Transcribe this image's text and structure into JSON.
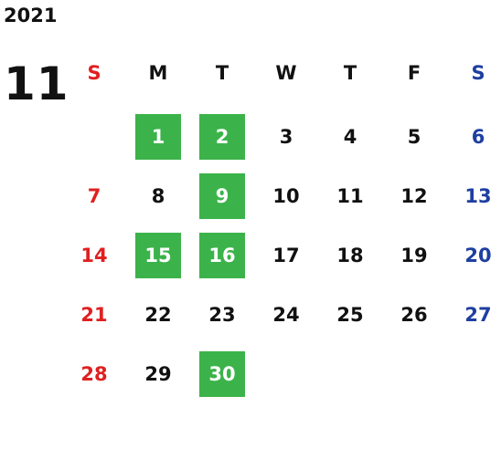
{
  "calendar": {
    "year": "2021",
    "month": "11",
    "weekday_headers": [
      "S",
      "M",
      "T",
      "W",
      "T",
      "F",
      "S"
    ],
    "colors": {
      "highlight": "#3bb34a",
      "sunday": "#e02020",
      "saturday": "#1e3fa0",
      "weekday": "#111111"
    },
    "weeks": [
      [
        {
          "day": "",
          "highlight": false
        },
        {
          "day": "1",
          "highlight": true
        },
        {
          "day": "2",
          "highlight": true
        },
        {
          "day": "3",
          "highlight": false
        },
        {
          "day": "4",
          "highlight": false
        },
        {
          "day": "5",
          "highlight": false
        },
        {
          "day": "6",
          "highlight": false
        }
      ],
      [
        {
          "day": "7",
          "highlight": false
        },
        {
          "day": "8",
          "highlight": false
        },
        {
          "day": "9",
          "highlight": true
        },
        {
          "day": "10",
          "highlight": false
        },
        {
          "day": "11",
          "highlight": false
        },
        {
          "day": "12",
          "highlight": false
        },
        {
          "day": "13",
          "highlight": false
        }
      ],
      [
        {
          "day": "14",
          "highlight": false
        },
        {
          "day": "15",
          "highlight": true
        },
        {
          "day": "16",
          "highlight": true
        },
        {
          "day": "17",
          "highlight": false
        },
        {
          "day": "18",
          "highlight": false
        },
        {
          "day": "19",
          "highlight": false
        },
        {
          "day": "20",
          "highlight": false
        }
      ],
      [
        {
          "day": "21",
          "highlight": false
        },
        {
          "day": "22",
          "highlight": false
        },
        {
          "day": "23",
          "highlight": false
        },
        {
          "day": "24",
          "highlight": false
        },
        {
          "day": "25",
          "highlight": false
        },
        {
          "day": "26",
          "highlight": false
        },
        {
          "day": "27",
          "highlight": false
        }
      ],
      [
        {
          "day": "28",
          "highlight": false
        },
        {
          "day": "29",
          "highlight": false
        },
        {
          "day": "30",
          "highlight": true
        },
        {
          "day": "",
          "highlight": false
        },
        {
          "day": "",
          "highlight": false
        },
        {
          "day": "",
          "highlight": false
        },
        {
          "day": "",
          "highlight": false
        }
      ]
    ]
  }
}
